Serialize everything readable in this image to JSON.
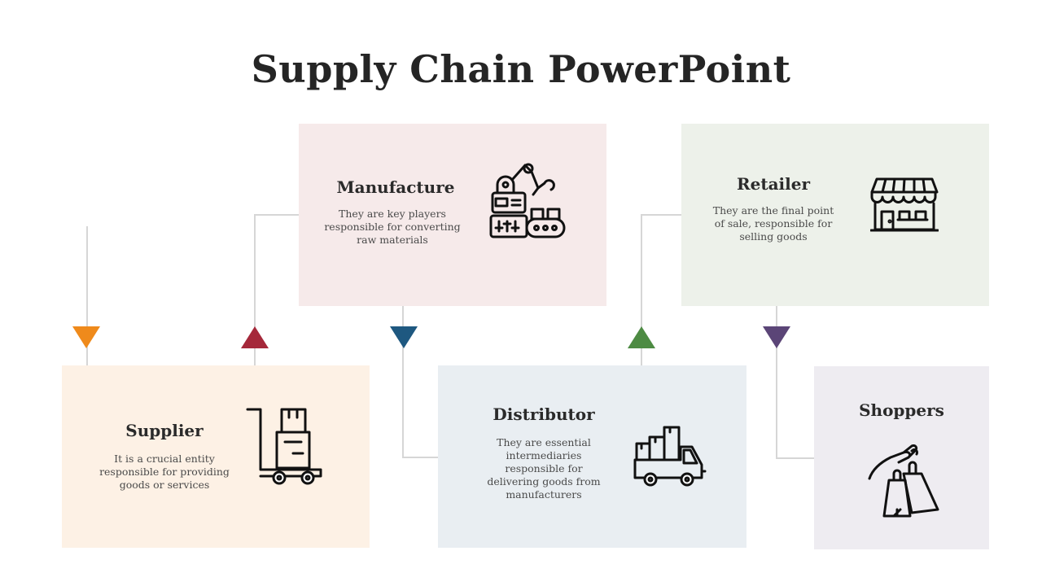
{
  "title": "Supply Chain PowerPoint",
  "colors": {
    "supplier_bg": "#fdf1e5",
    "manufacture_bg": "#f6eaea",
    "retailer_bg": "#edf1ea",
    "distributor_bg": "#e9eef2",
    "shoppers_bg": "#eeecf1",
    "connector": "#d6d6d6",
    "orange": "#ef8a1b",
    "red": "#a5283a",
    "blue": "#1e5880",
    "green": "#4d8b43",
    "purple": "#5b4577"
  },
  "stages": {
    "supplier": {
      "title": "Supplier",
      "description": "It is a crucial entity responsible for providing goods or services",
      "icon": "hand-truck-boxes-icon"
    },
    "manufacture": {
      "title": "Manufacture",
      "description": "They are key players responsible for converting raw materials",
      "icon": "robotic-arm-icon"
    },
    "distributor": {
      "title": "Distributor",
      "description": "They are essential intermediaries responsible for delivering goods from manufacturers",
      "icon": "delivery-truck-icon"
    },
    "retailer": {
      "title": "Retailer",
      "description": "They are the final point of sale, responsible for selling goods",
      "icon": "store-icon"
    },
    "shoppers": {
      "title": "Shoppers",
      "description": "",
      "icon": "hand-shopping-bags-icon"
    }
  }
}
